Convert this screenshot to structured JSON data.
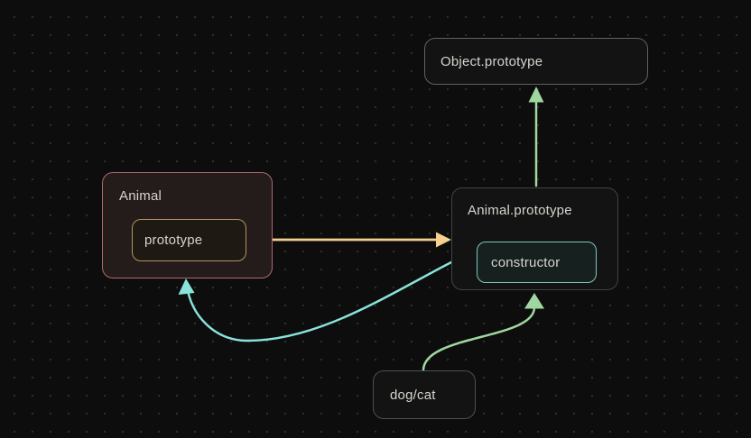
{
  "diagram": {
    "background_color": "#0d0d0d",
    "grid_dot_color": "#2e2e2e",
    "text_color": "#d7d4ce",
    "nodes": {
      "object_prototype": {
        "label": "Object.prototype",
        "border": "#616161",
        "fill": "#131313"
      },
      "animal": {
        "label": "Animal",
        "border": "#b2686d",
        "fill": "#241b1b"
      },
      "prototype_field": {
        "label": "prototype",
        "border": "#b2945c",
        "fill": "#1e1a13"
      },
      "animal_prototype": {
        "label": "Animal.prototype",
        "border": "#3f4347",
        "fill": "#131313"
      },
      "constructor_field": {
        "label": "constructor",
        "border": "#79c7bd",
        "fill": "#16211f"
      },
      "dog_cat": {
        "label": "dog/cat",
        "border": "#4f4f4f",
        "fill": "#131313"
      }
    },
    "edges": {
      "prototype_to_animal_prototype": {
        "color": "#f4cf8e",
        "from": "Animal prototype field",
        "to": "Animal.prototype"
      },
      "animal_prototype_to_object_prototype": {
        "color": "#9fd7a0",
        "from": "Animal.prototype",
        "to": "Object.prototype"
      },
      "constructor_to_animal": {
        "color": "#8ae2da",
        "from": "constructor field",
        "to": "Animal"
      },
      "dog_cat_to_animal_prototype": {
        "color": "#9fd7a0",
        "from": "dog/cat",
        "to": "Animal.prototype"
      }
    }
  }
}
